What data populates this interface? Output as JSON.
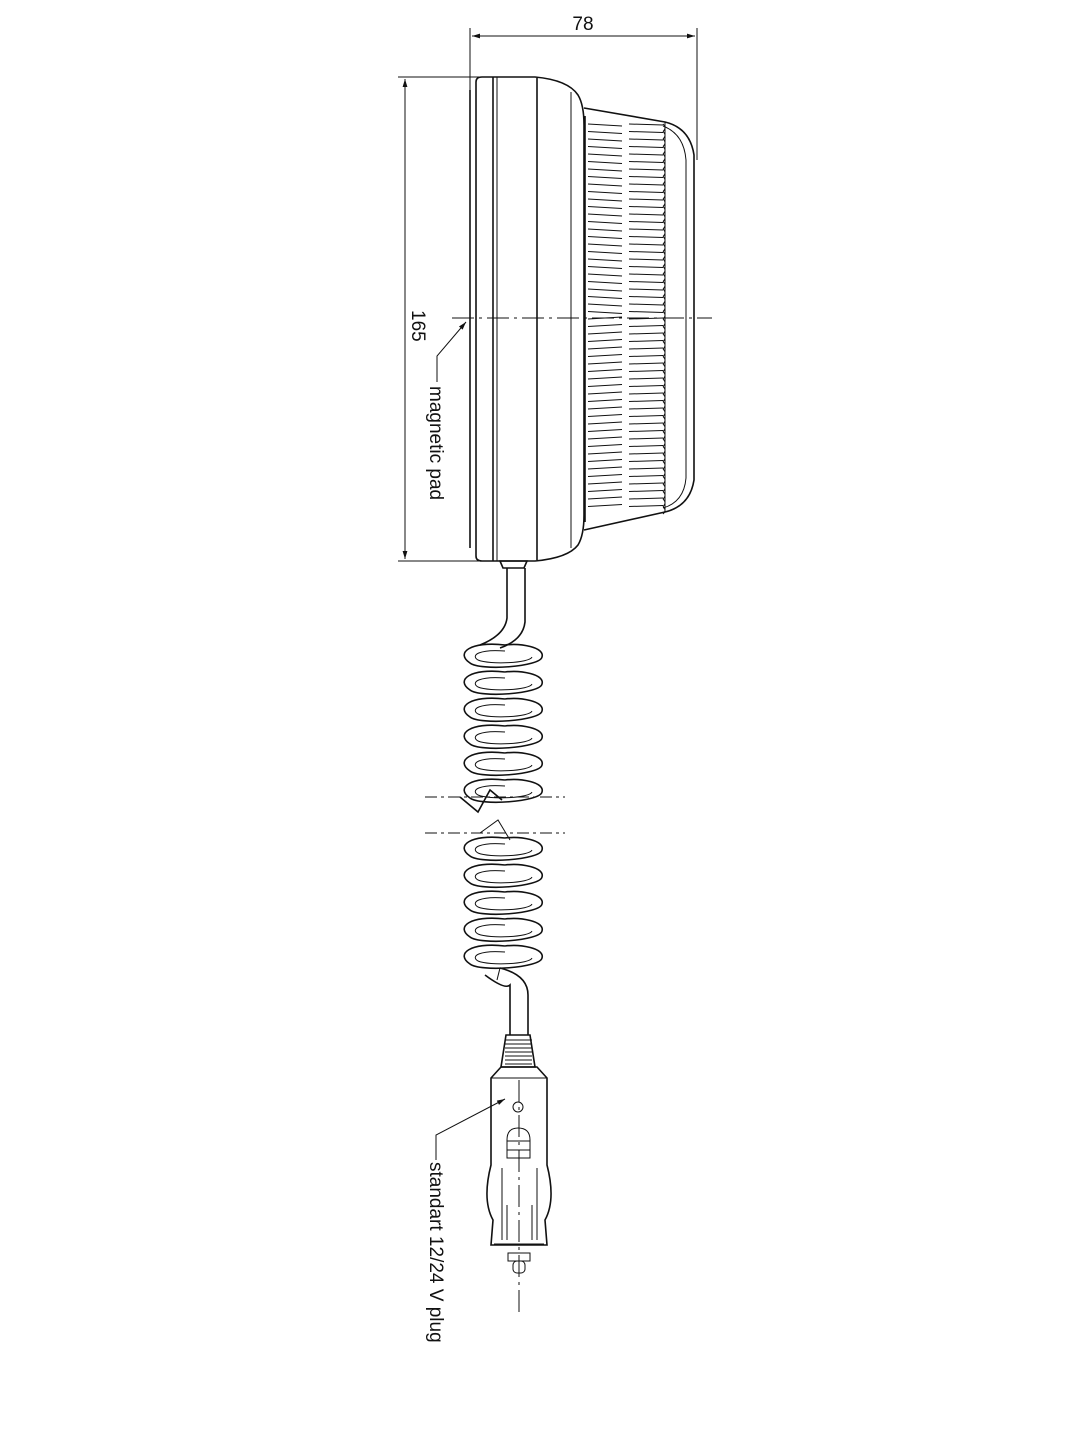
{
  "dimensions": {
    "depth": "78",
    "height": "165"
  },
  "callouts": {
    "magnetic_pad": "magnetic pad",
    "plug": "standart 12/24 V plug"
  },
  "colors": {
    "line": "#111111",
    "background": "#ffffff"
  }
}
